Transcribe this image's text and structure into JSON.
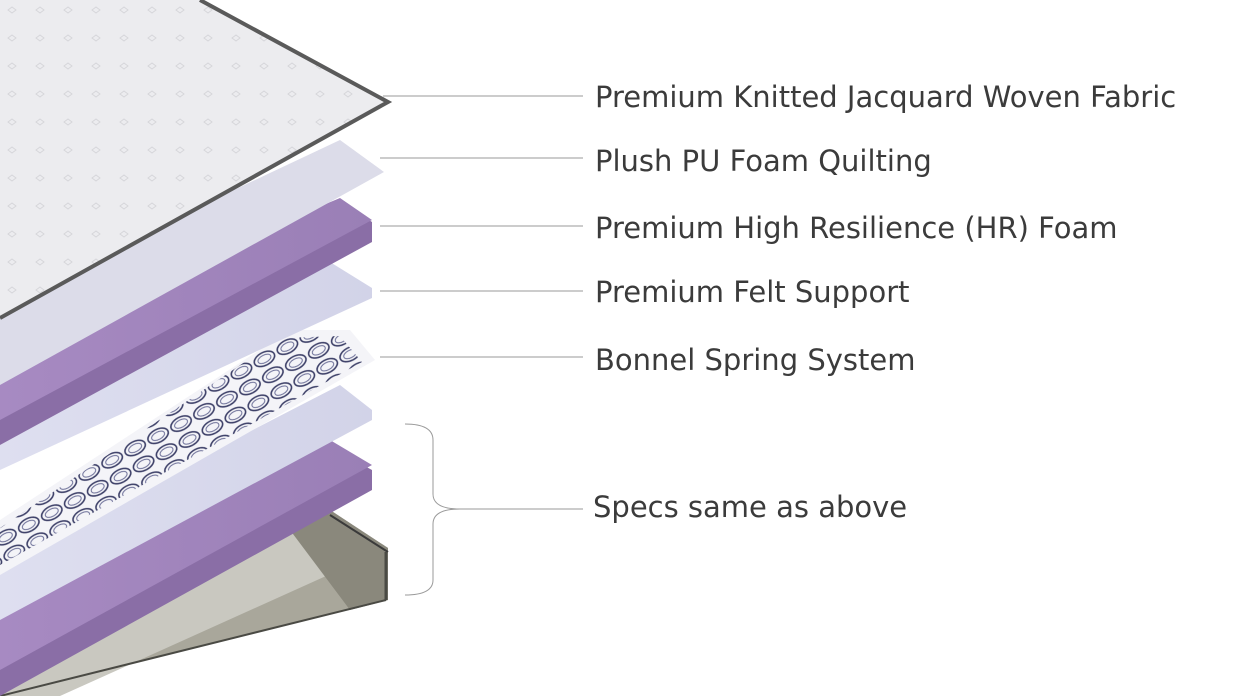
{
  "labels": {
    "fabric": "Premium Knitted Jacquard Woven Fabric",
    "quilting": "Plush PU Foam Quilting",
    "hr_foam": "Premium High Resilience (HR) Foam",
    "felt": "Premium Felt Support",
    "springs": "Bonnel Spring System",
    "same": "Specs same as above"
  },
  "colors": {
    "fabric": "#ececef",
    "fabric_border": "#5a5a5a",
    "quilting": "#dcdce9",
    "foam_purple": "#9d82b8",
    "foam_purple_side": "#8a6ea6",
    "felt": "#d8d8ea",
    "spring_line": "#3d4068",
    "base_side": "#7c7a6f",
    "leader_line": "#9a9a9a",
    "text": "#3b3b3b"
  }
}
